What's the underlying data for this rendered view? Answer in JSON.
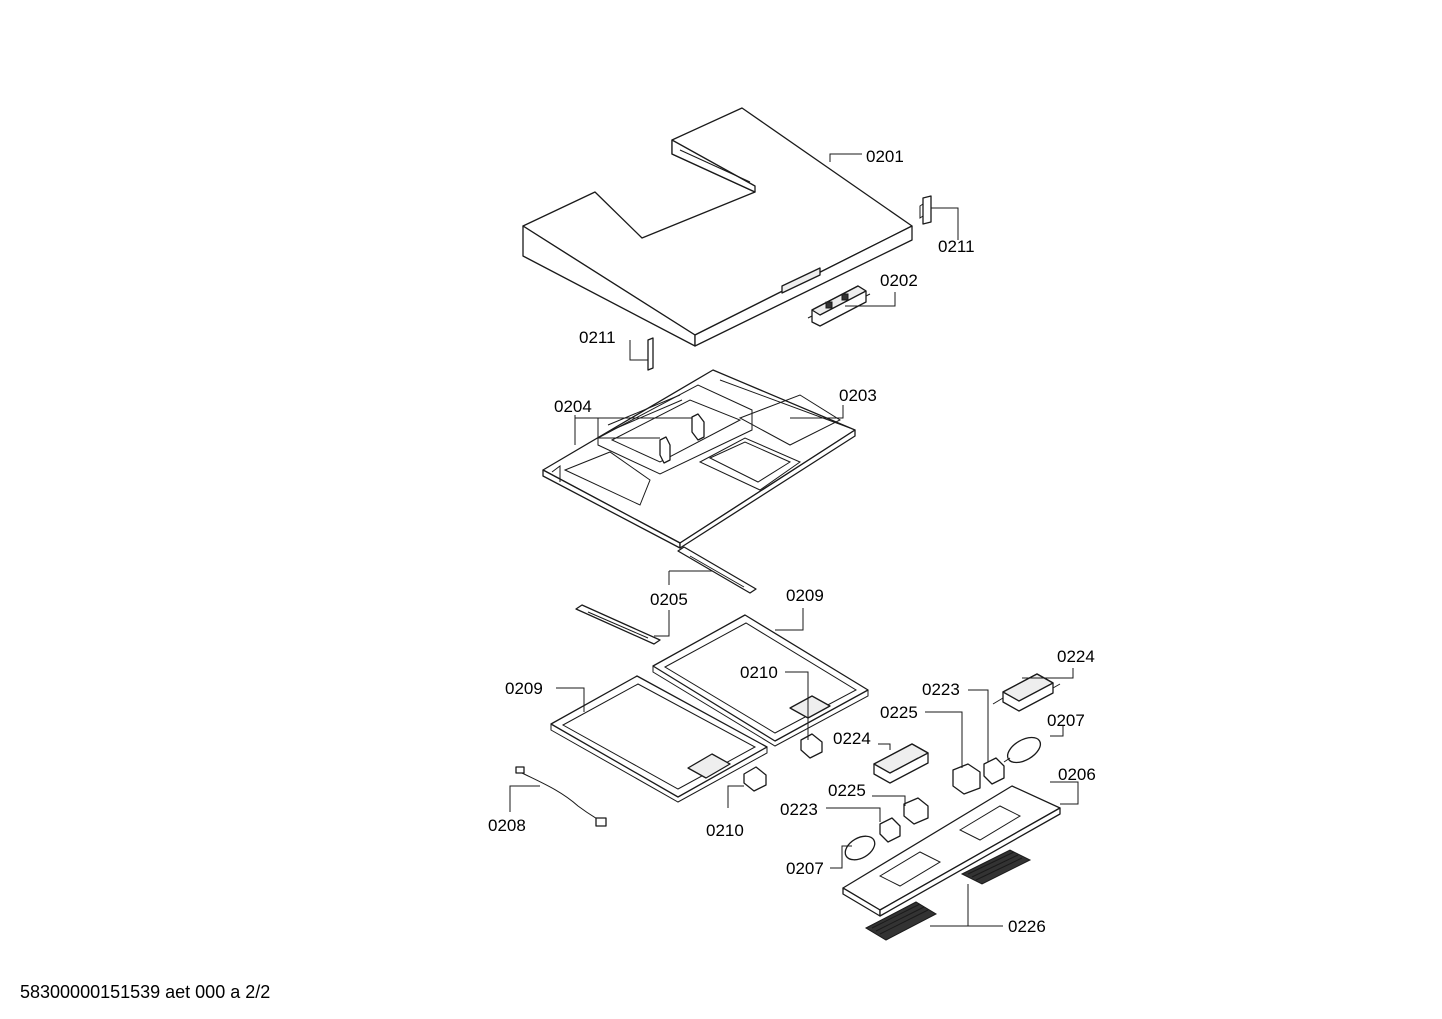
{
  "labels": {
    "l0201": "0201",
    "l0211a": "0211",
    "l0211b": "0211",
    "l0202": "0202",
    "l0203": "0203",
    "l0204": "0204",
    "l0205": "0205",
    "l0209a": "0209",
    "l0209b": "0209",
    "l0210a": "0210",
    "l0210b": "0210",
    "l0208": "0208",
    "l0224a": "0224",
    "l0224b": "0224",
    "l0223a": "0223",
    "l0223b": "0223",
    "l0225a": "0225",
    "l0225b": "0225",
    "l0207a": "0207",
    "l0207b": "0207",
    "l0206": "0206",
    "l0226": "0226"
  },
  "footer": "58300000151539 aet 000 a 2/2"
}
